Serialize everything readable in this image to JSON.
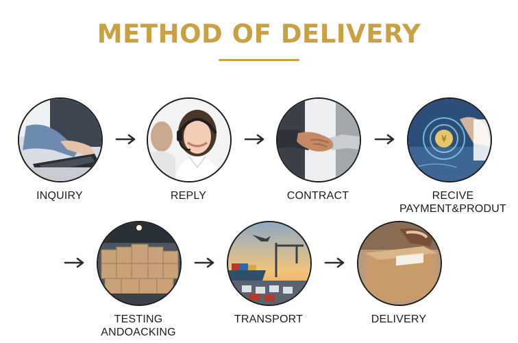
{
  "title": "METHOD OF DELIVERY",
  "accent_color": "#c9a042",
  "steps": [
    {
      "label_line1": "INQUIRY",
      "label_line2": "",
      "icon": "laptop-typing-icon"
    },
    {
      "label_line1": "REPLY",
      "label_line2": "",
      "icon": "headset-agent-icon"
    },
    {
      "label_line1": "CONTRACT",
      "label_line2": "",
      "icon": "handshake-icon"
    },
    {
      "label_line1": "RECIVE",
      "label_line2": "PAYMENT&PRODUT",
      "icon": "coin-payment-icon"
    },
    {
      "label_line1": "TESTING",
      "label_line2": "ANDOACKING",
      "icon": "boxes-warehouse-icon"
    },
    {
      "label_line1": "TRANSPORT",
      "label_line2": "",
      "icon": "shipping-port-icon"
    },
    {
      "label_line1": "DELIVERY",
      "label_line2": "",
      "icon": "parcel-box-icon"
    }
  ]
}
